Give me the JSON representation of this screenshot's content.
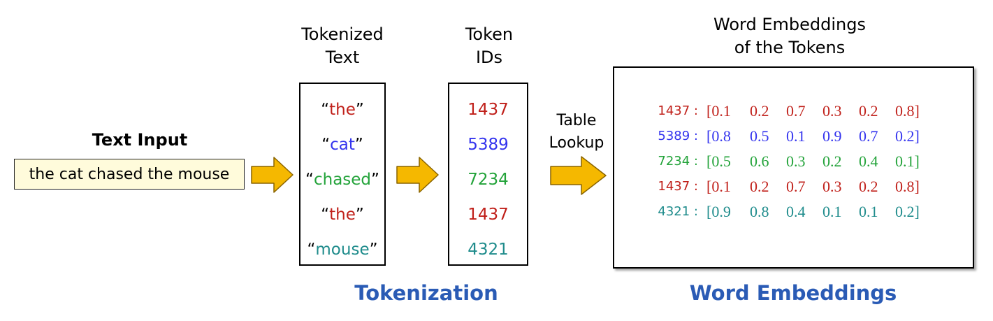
{
  "text_input": {
    "title": "Text Input",
    "value": "the cat chased the mouse"
  },
  "tokenized": {
    "header_line1": "Tokenized",
    "header_line2": "Text",
    "open_quote": "“",
    "close_quote": "”",
    "tokens": [
      {
        "word": "the",
        "color": "#c0201a"
      },
      {
        "word": "cat",
        "color": "#3333ee"
      },
      {
        "word": "chased",
        "color": "#23a33a"
      },
      {
        "word": "the",
        "color": "#c0201a"
      },
      {
        "word": "mouse",
        "color": "#1f8c8c"
      }
    ]
  },
  "token_ids": {
    "header_line1": "Token",
    "header_line2": "IDs",
    "ids": [
      {
        "id": "1437",
        "color": "#c0201a"
      },
      {
        "id": "5389",
        "color": "#3333ee"
      },
      {
        "id": "7234",
        "color": "#23a33a"
      },
      {
        "id": "1437",
        "color": "#c0201a"
      },
      {
        "id": "4321",
        "color": "#1f8c8c"
      }
    ]
  },
  "lookup": {
    "line1": "Table",
    "line2": "Lookup"
  },
  "embeddings": {
    "header_line1": "Word Embeddings",
    "header_line2": "of the Tokens",
    "rows": [
      {
        "id": "1437 :",
        "values": [
          "[0.1",
          "0.2",
          "0.7",
          "0.3",
          "0.2",
          "0.8]"
        ],
        "color": "#c0201a"
      },
      {
        "id": "5389 :",
        "values": [
          "[0.8",
          "0.5",
          "0.1",
          "0.9",
          "0.7",
          "0.2]"
        ],
        "color": "#3333ee"
      },
      {
        "id": "7234 :",
        "values": [
          "[0.5",
          "0.6",
          "0.3",
          "0.2",
          "0.4",
          "0.1]"
        ],
        "color": "#23a33a"
      },
      {
        "id": "1437 :",
        "values": [
          "[0.1",
          "0.2",
          "0.7",
          "0.3",
          "0.2",
          "0.8]"
        ],
        "color": "#c0201a"
      },
      {
        "id": "4321 :",
        "values": [
          "[0.9",
          "0.8",
          "0.4",
          "0.1",
          "0.1",
          "0.2]"
        ],
        "color": "#1f8c8c"
      }
    ]
  },
  "labels": {
    "tokenization": "Tokenization",
    "word_embeddings": "Word Embeddings"
  },
  "colors": {
    "arrow_fill": "#f5b800",
    "arrow_stroke": "#8a6400",
    "section_label": "#2a5bb5"
  }
}
